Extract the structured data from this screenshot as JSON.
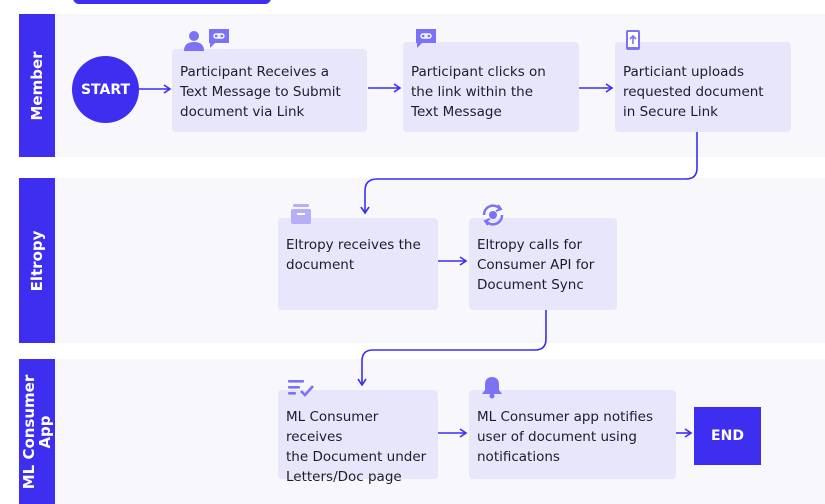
{
  "lanes": {
    "member": "Member",
    "eltropy": "Eltropy",
    "ml_consumer": "ML Consumer App"
  },
  "start_label": "START",
  "end_label": "END",
  "steps": {
    "s1": [
      "Participant Receives a",
      "Text Message to Submit",
      "document via Link"
    ],
    "s2": [
      "Participant clicks on",
      "the link within the",
      "Text Message"
    ],
    "s3": [
      "Particiant uploads",
      "requested document",
      "in Secure Link"
    ],
    "s4": [
      "Eltropy receives the",
      "document"
    ],
    "s5": [
      "Eltropy calls for",
      "Consumer API for",
      "Document Sync"
    ],
    "s6": [
      "ML Consumer receives",
      "the Document under",
      "Letters/Doc page"
    ],
    "s7": [
      "ML Consumer app notifies",
      "user of document using",
      "notifications"
    ]
  },
  "icons": [
    "person-icon",
    "message-link-icon",
    "upload-phone-icon",
    "inbox-tray-icon",
    "sync-icon",
    "checklist-icon",
    "bell-icon"
  ],
  "colors": {
    "accent": "#3d2ef0",
    "box": "#e7e6fb",
    "lane_band": "#f7f7fc"
  }
}
